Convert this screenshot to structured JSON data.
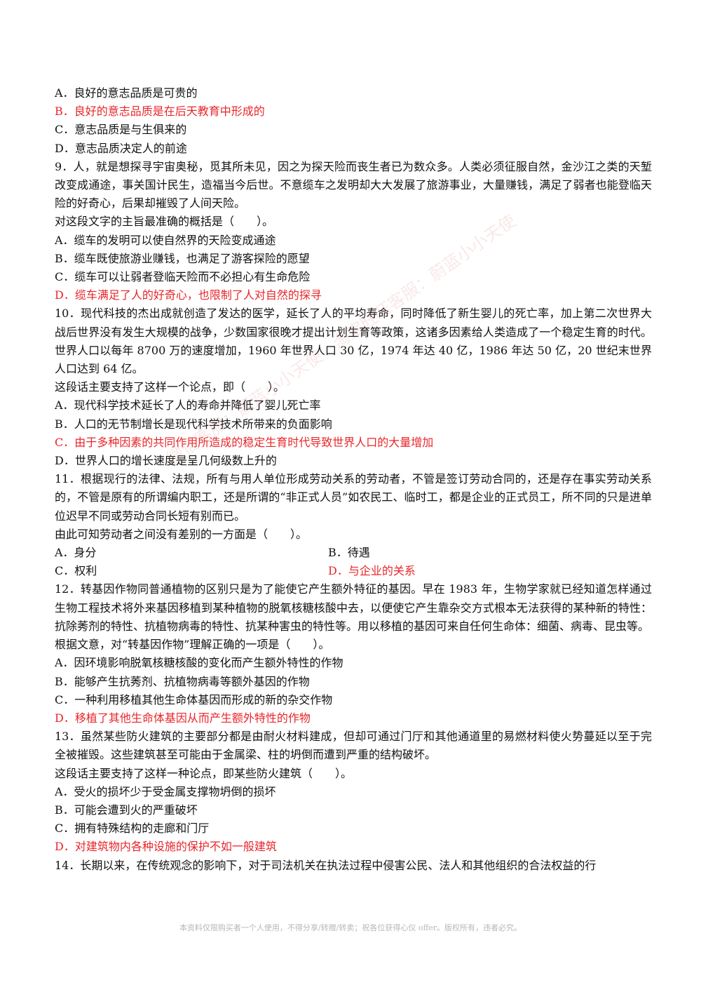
{
  "q8": {
    "options": [
      {
        "text": "A．良好的意志品质是可贵的",
        "answer": false
      },
      {
        "text": "B．良好的意志品质是在后天教育中形成的",
        "answer": true
      },
      {
        "text": "C．意志品质是与生俱来的",
        "answer": false
      },
      {
        "text": "D．意志品质决定人的前途",
        "answer": false
      }
    ]
  },
  "q9": {
    "passage": "9．人，就是想探寻宇宙奥秘，觅其所未见，因之为探天险而丧生者已为数众多。人类必须征服自然，金沙江之类的天堑改变成通途，事关国计民生，造福当今后世。不意缆车之发明却大大发展了旅游事业，大量赚钱，满足了弱者也能登临天险的好奇心，后果却摧毁了人间天险。",
    "question": "对这段文字的主旨最准确的概括是（　　）。",
    "options": [
      {
        "text": "A．缆车的发明可以使自然界的天险变成通途",
        "answer": false
      },
      {
        "text": "B．缆车既使旅游业赚钱，也满足了游客探险的愿望",
        "answer": false
      },
      {
        "text": "C．缆车可以让弱者登临天险而不必担心有生命危险",
        "answer": false
      },
      {
        "text": "D．缆车满足了人的好奇心，也限制了人对自然的探寻",
        "answer": true
      }
    ]
  },
  "q10": {
    "passage": "10．现代科技的杰出成就创造了发达的医学，延长了人的平均寿命，同时降低了新生婴儿的死亡率，加上第二次世界大战后世界没有发生大规模的战争，少数国家很晚才提出计划生育等政策，这诸多因素给人类造成了一个稳定生育的时代。世界人口以每年 8700 万的速度增加，1960 年世界人口 30 亿，1974 年达 40 亿，1986 年达 50 亿，20 世纪末世界人口达到 64 亿。",
    "question": "这段话主要支持了这样一个论点，即（　　）。",
    "options": [
      {
        "text": "A．现代科学技术延长了人的寿命并降低了婴儿死亡率",
        "answer": false
      },
      {
        "text": "B．人口的无节制增长是现代科学技术所带来的负面影响",
        "answer": false
      },
      {
        "text": "C．由于多种因素的共同作用所造成的稳定生育时代导致世界人口的大量增加",
        "answer": true
      },
      {
        "text": "D．世界人口的增长速度是呈几何级数上升的",
        "answer": false
      }
    ]
  },
  "q11": {
    "passage": "11．根据现行的法律、法规，所有与用人单位形成劳动关系的劳动者，不管是签订劳动合同的，还是存在事实劳动关系的，不管是原有的所谓编内职工，还是所谓的“非正式人员”如农民工、临时工，都是企业的正式员工，所不同的只是进单位迟早不同或劳动合同长短有别而已。",
    "question": "由此可知劳动者之间没有差别的一方面是（　　）。",
    "options": [
      {
        "text": "A．身分",
        "answer": false
      },
      {
        "text": "B．待遇",
        "answer": false
      },
      {
        "text": "C．权利",
        "answer": false
      },
      {
        "text": "D．与企业的关系",
        "answer": true
      }
    ]
  },
  "q12": {
    "passage": "12．转基因作物同普通植物的区别只是为了能使它产生额外特征的基因。早在 1983 年，生物学家就已经知道怎样通过生物工程技术将外来基因移植到某种植物的脱氧核糖核酸中去，以便使它产生靠杂交方式根本无法获得的某种新的特性：抗除莠剂的特性、抗植物病毒的特性、抗某种害虫的特性等。用以移植的基因可来自任何生命体：细菌、病毒、昆虫等。",
    "question": "根据文意，对“转基因作物”理解正确的一项是（　　）。",
    "options": [
      {
        "text": "A．因环境影响脱氧核糖核酸的变化而产生额外特性的作物",
        "answer": false
      },
      {
        "text": "B．能够产生抗莠剂、抗植物病毒等额外基因的作物",
        "answer": false
      },
      {
        "text": "C．一种利用移植其他生命体基因而形成的新的杂交作物",
        "answer": false
      },
      {
        "text": "D．移植了其他生命体基因从而产生额外特性的作物",
        "answer": true
      }
    ]
  },
  "q13": {
    "passage": "13．虽然某些防火建筑的主要部分都是由耐火材料建成，但却可通过门厅和其他通道里的易燃材料使火势蔓延以至于完全被摧毁。这些建筑甚至可能由于金属梁、柱的坍倒而遭到严重的结构破坏。",
    "question": "这段话主要支持了这样一种论点，即某些防火建筑（　　）。",
    "options": [
      {
        "text": "A．受火的损坏少于受金属支撑物坍倒的损坏",
        "answer": false
      },
      {
        "text": "B．可能会遭到火的严重破坏",
        "answer": false
      },
      {
        "text": "C．拥有特殊结构的走廊和门厅",
        "answer": false
      },
      {
        "text": "D．对建筑物内各种设施的保护不如一般建筑",
        "answer": true
      }
    ]
  },
  "q14": {
    "passage": "14．长期以来，在传统观念的影响下，对于司法机关在执法过程中侵害公民、法人和其他组织的合法权益的行"
  },
  "watermark": "微信客服：蔚蓝小小天使　淘宝旺旺客服：蔚蓝小小天使",
  "footer": "本资料仅限购买者一个人使用，不得分享/转赠/转卖；祝各位获得心仪 offer。版权所有，违者必究。",
  "colors": {
    "answer": "#e8262a",
    "text": "#111111",
    "footer": "#b7b7b7"
  }
}
